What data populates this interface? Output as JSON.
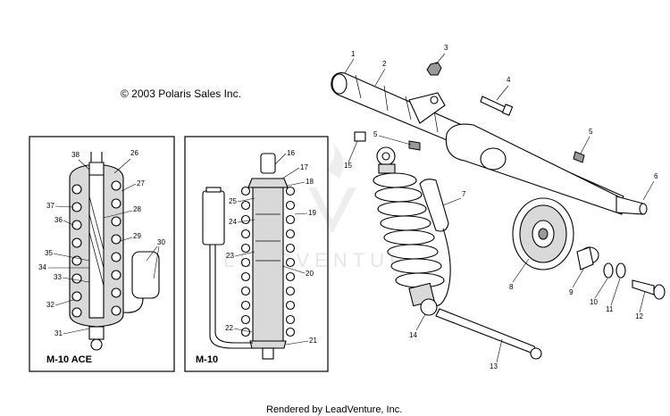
{
  "copyright": "© 2003 Polaris Sales Inc.",
  "footer": "Rendered by LeadVenture, Inc.",
  "watermark": "LEADVENTURE",
  "panels": {
    "left_caption": "M-10 ACE",
    "right_caption": "M-10"
  },
  "callouts": {
    "left_panel": [
      "38",
      "26",
      "27",
      "37",
      "28",
      "36",
      "29",
      "30",
      "35",
      "34",
      "33",
      "32",
      "31"
    ],
    "mid_panel": [
      "16",
      "17",
      "18",
      "25",
      "19",
      "24",
      "23",
      "20",
      "22",
      "21"
    ],
    "main": [
      "1",
      "2",
      "3",
      "4",
      "5",
      "5",
      "15",
      "6",
      "7",
      "8",
      "9",
      "10",
      "11",
      "12",
      "13",
      "14"
    ]
  },
  "colors": {
    "line": "#000000",
    "shade": "#d9d9d9",
    "dark": "#9a9a9a",
    "watermark": "#e6e6e6"
  }
}
